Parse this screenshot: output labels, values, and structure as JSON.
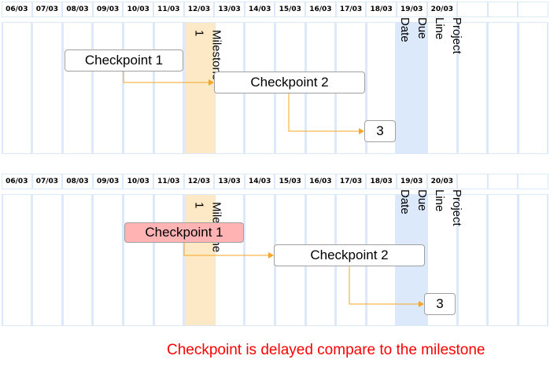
{
  "dates": [
    "06/03",
    "07/03",
    "08/03",
    "09/03",
    "10/03",
    "11/03",
    "12/03",
    "13/03",
    "14/03",
    "15/03",
    "16/03",
    "17/03",
    "18/03",
    "19/03",
    "20/03",
    "",
    "",
    ""
  ],
  "colors": {
    "grid": "#dce9fb",
    "milestone": "#fde9c5",
    "due_date": "#dce9fb",
    "arrow": "#f5a623",
    "delayed": "#ffb3b3",
    "note": "#ff0000"
  },
  "milestone_label": "Milestone 1",
  "due_date_label": "Project Line Due\nDate",
  "diagrams": [
    {
      "checkpoint1": "Checkpoint 1",
      "checkpoint2": "Checkpoint 2",
      "checkpoint3": "3"
    },
    {
      "checkpoint1": "Checkpoint 1",
      "checkpoint2": "Checkpoint 2",
      "checkpoint3": "3"
    }
  ],
  "note": "Checkpoint is delayed compare to the milestone"
}
